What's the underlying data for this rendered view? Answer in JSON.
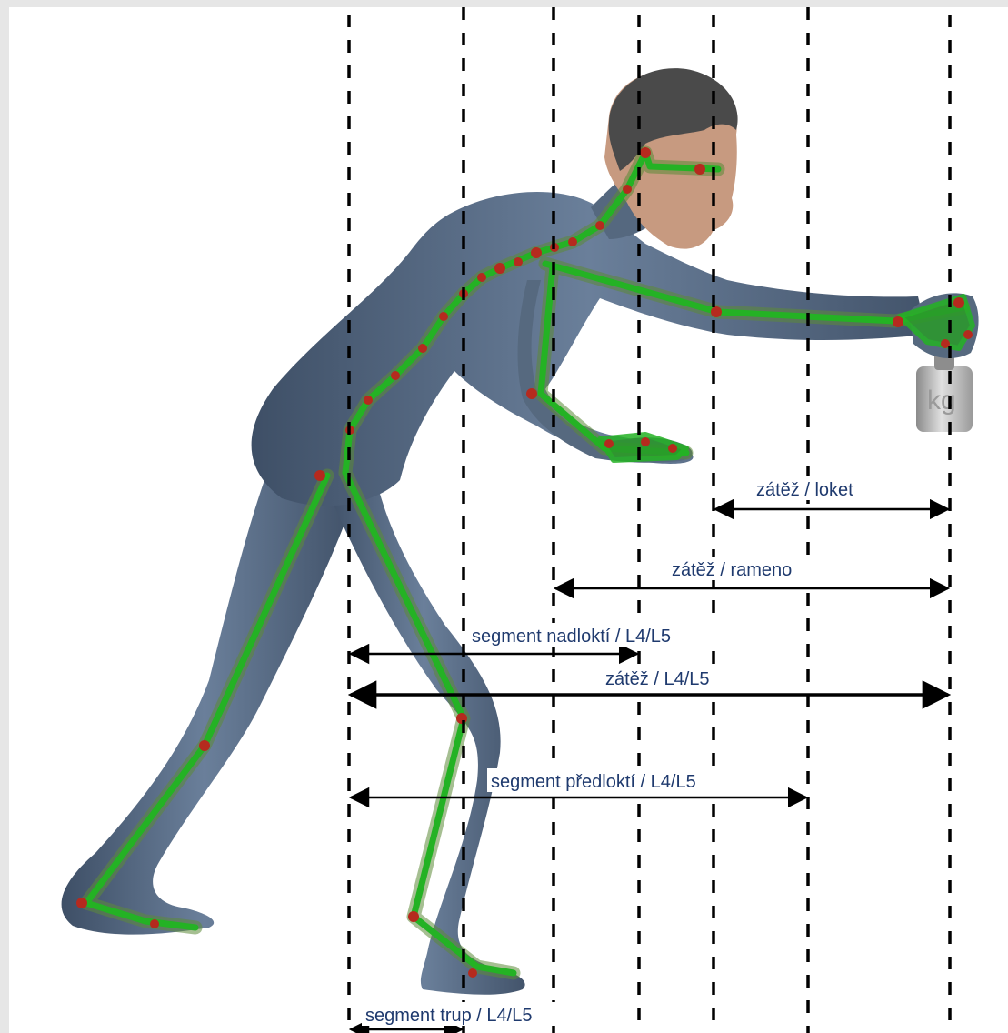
{
  "diagram": {
    "weight_marker": "kg",
    "colors": {
      "body": "#566a84",
      "skeleton": "#2fb52f",
      "joint": "#b52a1e",
      "guide": "#000000",
      "label": "#1f3a6e"
    },
    "measurements": [
      {
        "label": "zátěž / loket"
      },
      {
        "label": "zátěž / rameno"
      },
      {
        "label": "zátěž / L4/L5"
      },
      {
        "label": "segment předloktí / L4/L5"
      },
      {
        "label": "segment nadloktí / L4/L5"
      },
      {
        "label": "segment trup / L4/L5"
      }
    ]
  }
}
